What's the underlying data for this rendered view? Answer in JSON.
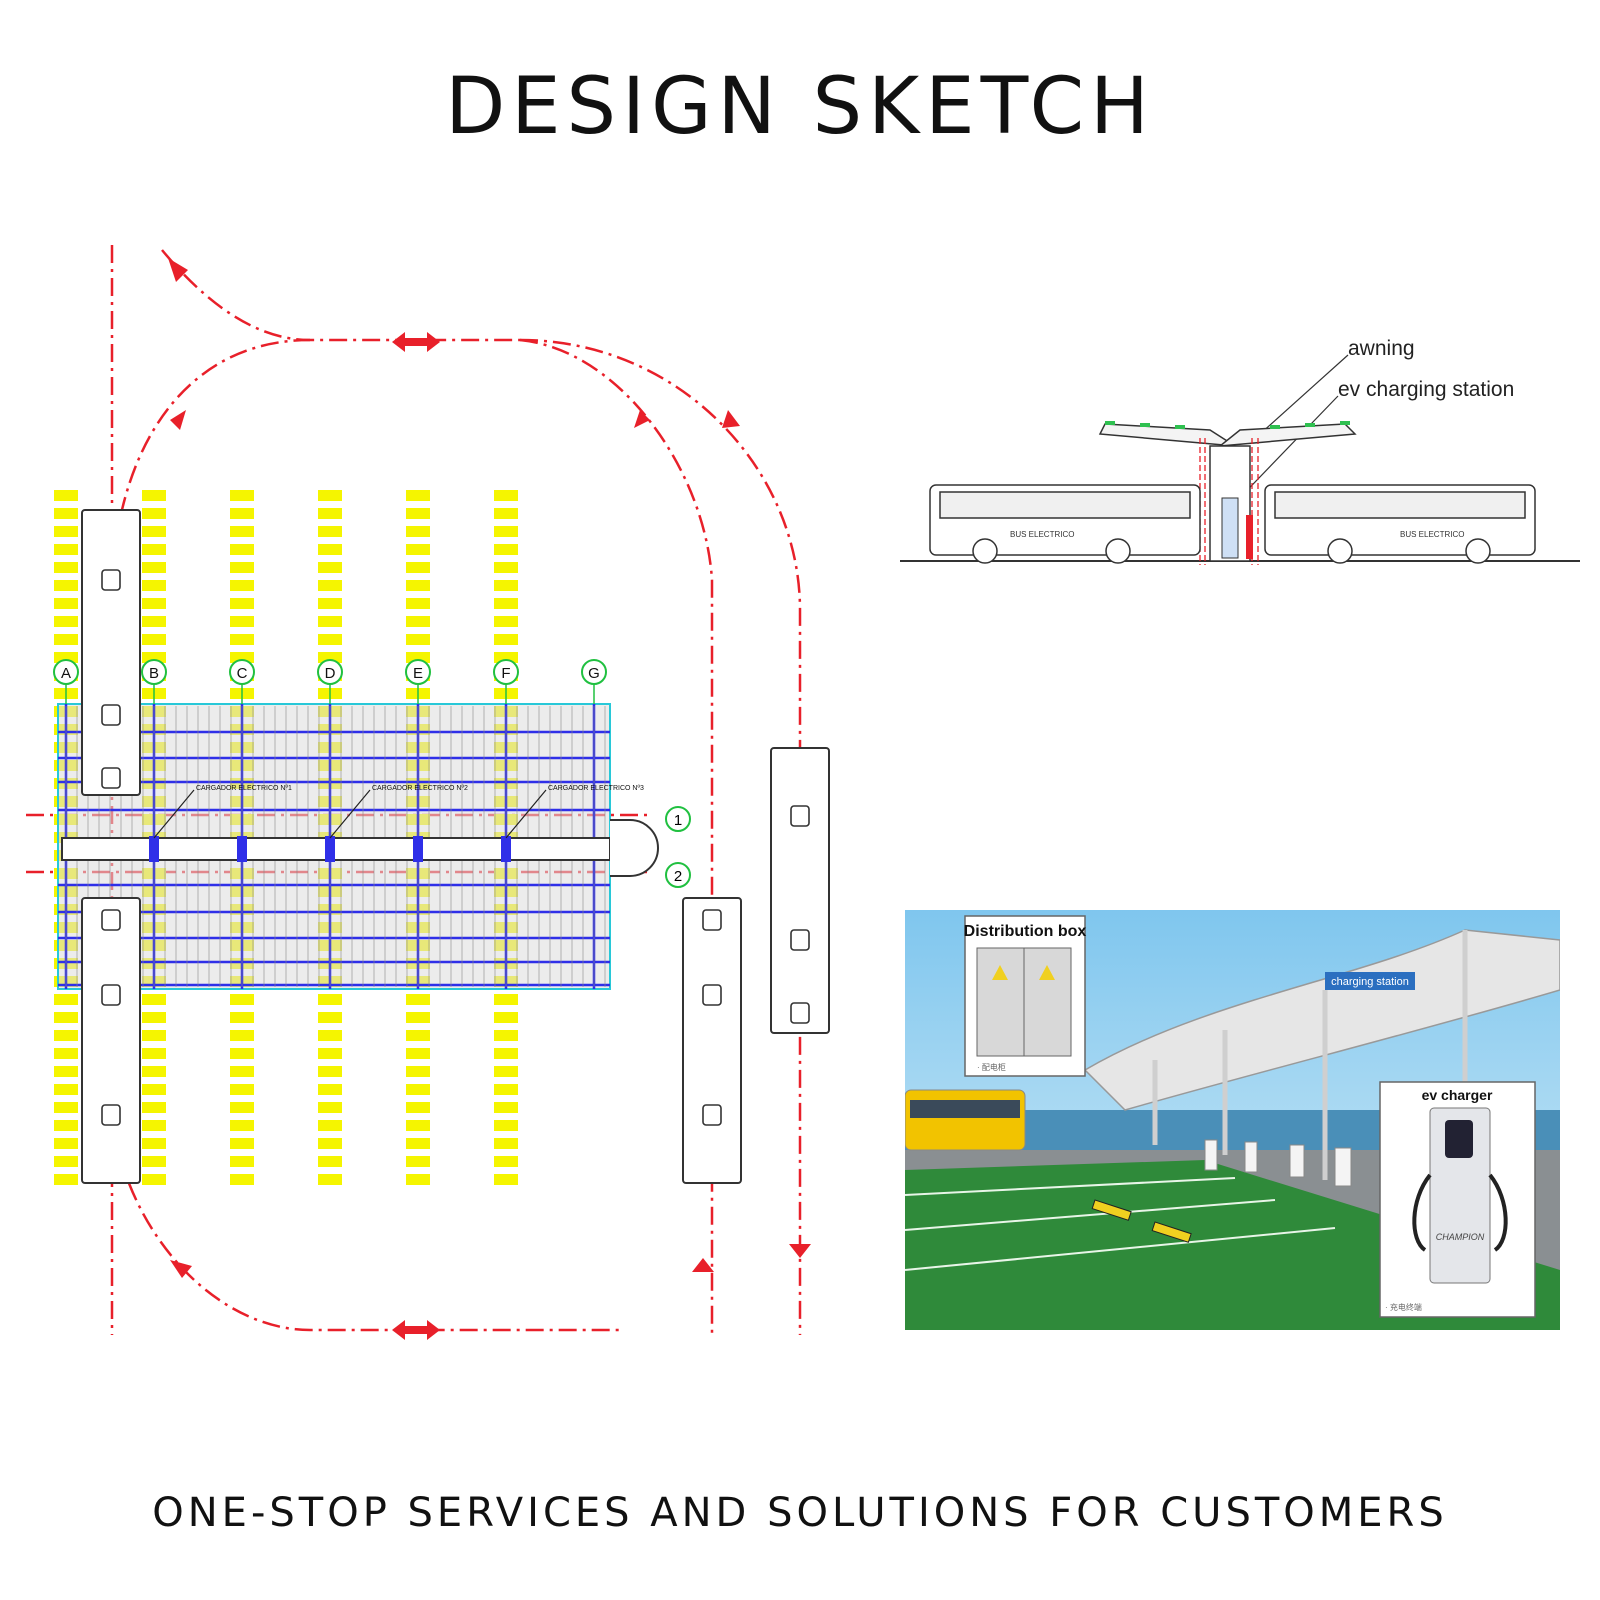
{
  "title": "DESIGN SKETCH",
  "footer": "ONE-STOP SERVICES AND SOLUTIONS FOR CUSTOMERS",
  "plan": {
    "grid_columns": [
      "A",
      "B",
      "C",
      "D",
      "E",
      "F",
      "G"
    ],
    "grid_rows": [
      "1",
      "2"
    ],
    "charger_labels": [
      "CARGADOR ELECTRICO Nº1",
      "CARGADOR ELECTRICO Nº2",
      "CARGADOR ELECTRICO Nº3"
    ]
  },
  "elevation": {
    "callouts": [
      "awning",
      "ev charging station"
    ],
    "bus_label": "BUS ELECTRICO"
  },
  "render": {
    "distribution_box_label": "Distribution box",
    "charging_station_label": "charging station",
    "ev_charger_label": "ev charger",
    "distribution_box_caption": "· 配电柜",
    "ev_charger_caption": "· 充电终端",
    "brand": "CHAMPION"
  },
  "colors": {
    "route": "#e8202a",
    "yellow": "#f5f500",
    "grid_blue": "#2f2fe8",
    "cyan": "#28c8d8",
    "green_circle": "#20c040",
    "sky": "#9fd4f0",
    "parking_green": "#2f8a3a"
  }
}
